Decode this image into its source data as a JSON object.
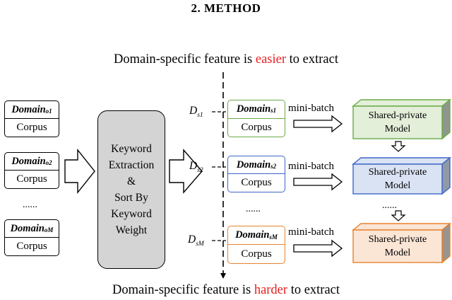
{
  "heading": "2.  METHOD",
  "top_caption": {
    "prefix": "Domain-specific feature is ",
    "highlight": "easier",
    "suffix": " to extract"
  },
  "bottom_caption": {
    "prefix": "Domain-specific feature is ",
    "highlight": "harder",
    "suffix": " to extract"
  },
  "source_corpora": [
    {
      "domain": "Domain",
      "sub": "o1",
      "corpus": "Corpus"
    },
    {
      "domain": "Domain",
      "sub": "o2",
      "corpus": "Corpus"
    },
    {
      "domain": "Domain",
      "sub": "oM",
      "corpus": "Corpus"
    }
  ],
  "ellipsis": "......",
  "keyword_box": {
    "lines": [
      "Keyword",
      "Extraction",
      "&",
      "Sort By",
      "Keyword",
      "Weight"
    ]
  },
  "sorted_corpora": [
    {
      "label": "D",
      "label_sub": "s1",
      "domain": "Domain",
      "sub": "s1",
      "corpus": "Corpus",
      "minibatch": "mini-batch",
      "model_line1": "Shared-private",
      "model_line2": "Model"
    },
    {
      "label": "D",
      "label_sub": "s2",
      "domain": "Domain",
      "sub": "s2",
      "corpus": "Corpus",
      "minibatch": "mini-batch",
      "model_line1": "Shared-private",
      "model_line2": "Model"
    },
    {
      "label": "D",
      "label_sub": "sM",
      "domain": "Domain",
      "sub": "sM",
      "corpus": "Corpus",
      "minibatch": "mini-batch",
      "model_line1": "Shared-private",
      "model_line2": "Model"
    }
  ],
  "colors": {
    "highlight": "#e8201f",
    "green": "#6aab46",
    "green_fill": "#e3efd9",
    "blue": "#3d66c8",
    "blue_fill": "#dae3f3",
    "orange": "#e7822e",
    "orange_fill": "#fbe5d5",
    "keyword_fill": "#d4d4d4"
  }
}
